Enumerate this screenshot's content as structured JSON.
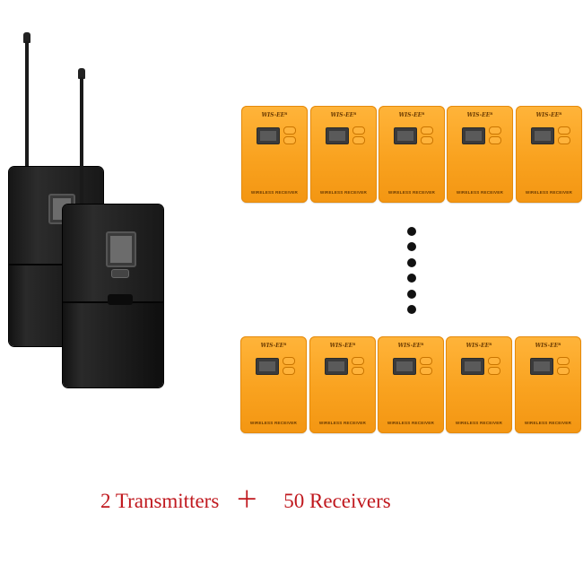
{
  "image": {
    "caption": {
      "left": "2 Transmitters",
      "plus": "＋",
      "right": "50 Receivers"
    },
    "receiver": {
      "logo": "WIS-EEᴿ",
      "label": "WIRELESS RECEIVER"
    },
    "colors": {
      "receiver_body": "#f9a21f",
      "transmitter_body": "#1c1c1c",
      "caption_text": "#c0181e"
    }
  }
}
